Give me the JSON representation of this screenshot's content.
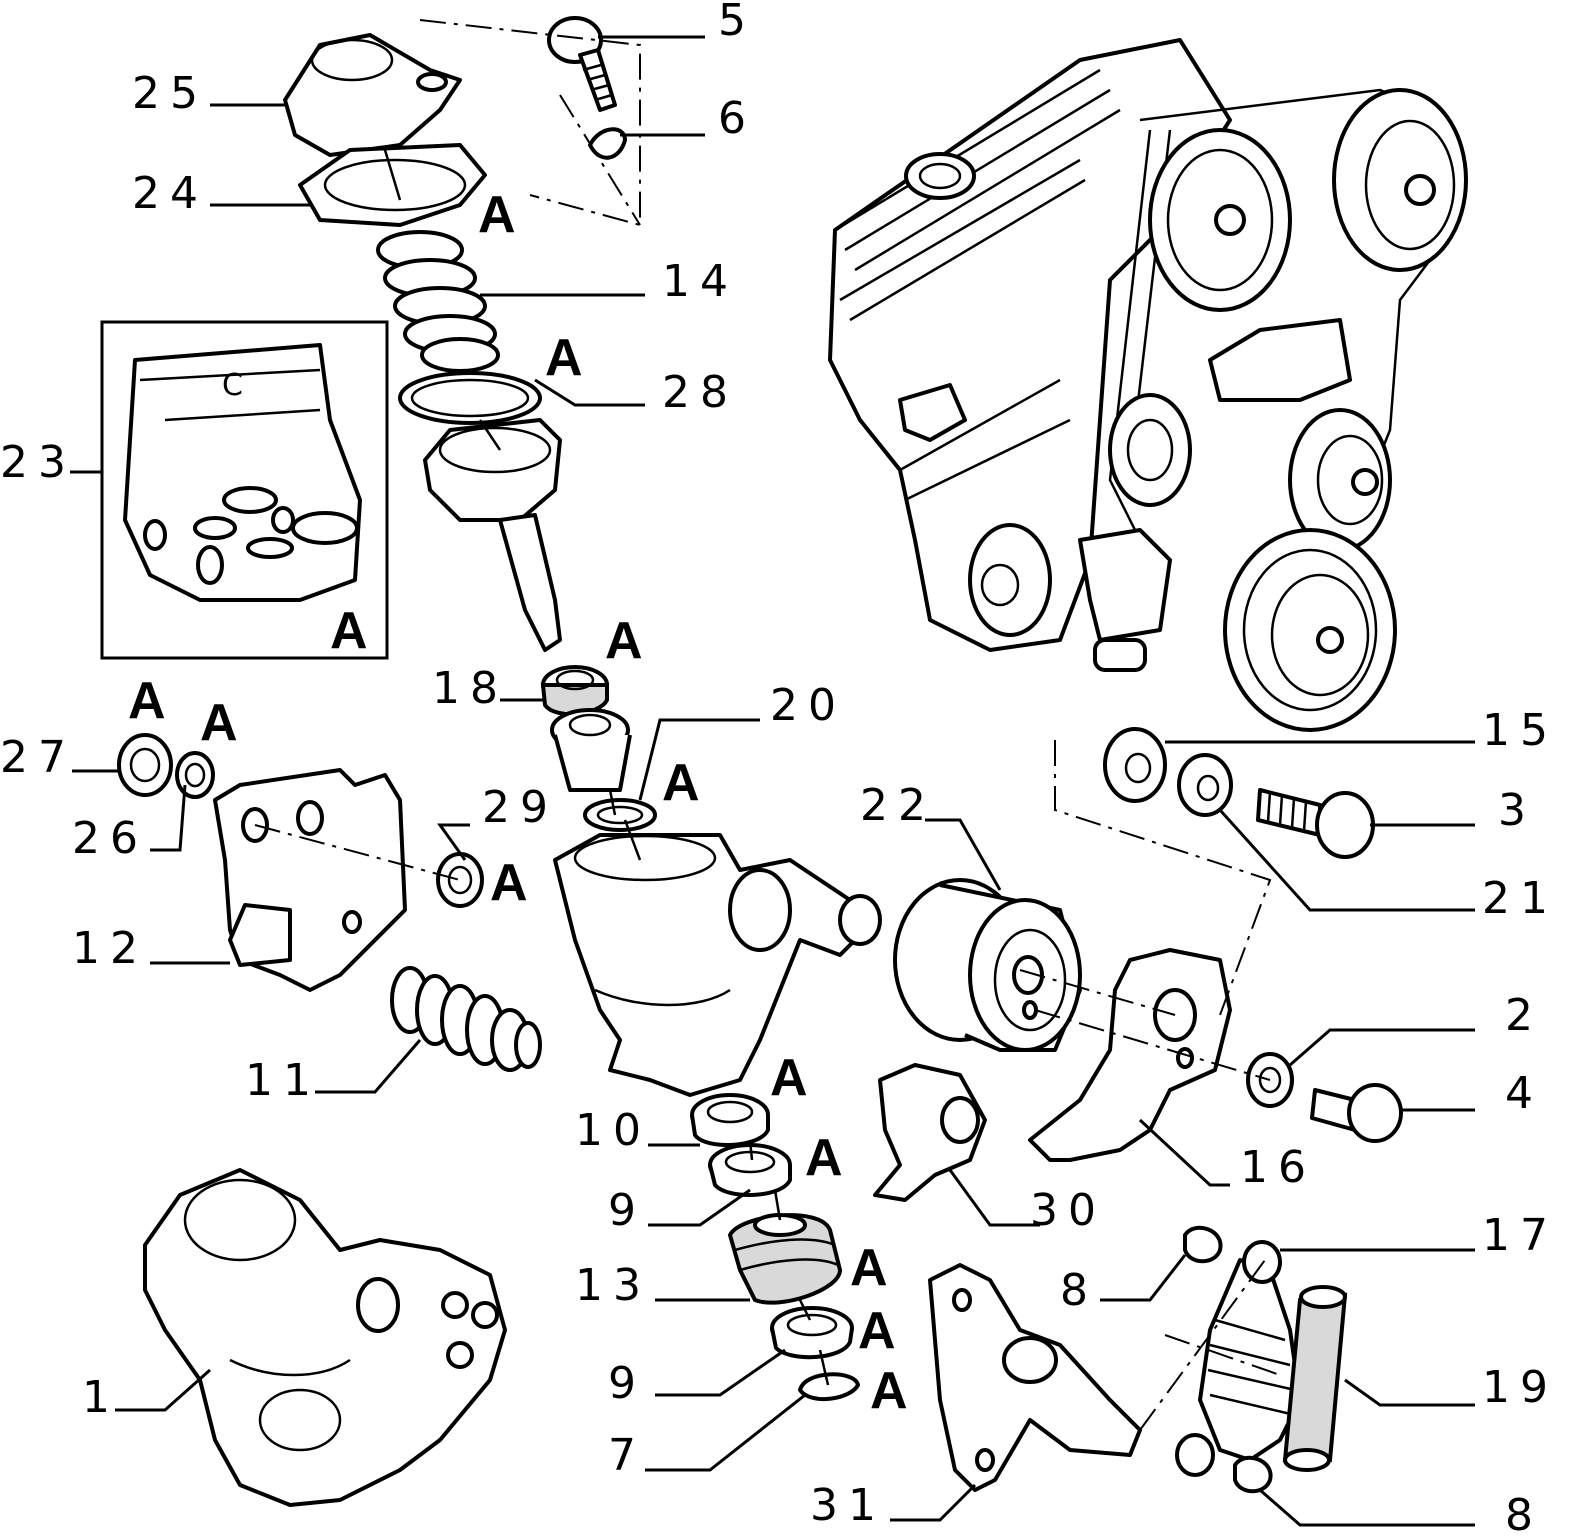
{
  "callouts": [
    {
      "id": "25",
      "label": "25"
    },
    {
      "id": "24",
      "label": "24"
    },
    {
      "id": "5",
      "label": "5"
    },
    {
      "id": "6",
      "label": "6"
    },
    {
      "id": "14",
      "label": "14"
    },
    {
      "id": "28",
      "label": "28"
    },
    {
      "id": "23",
      "label": "23"
    },
    {
      "id": "18",
      "label": "18"
    },
    {
      "id": "27",
      "label": "27"
    },
    {
      "id": "26",
      "label": "26"
    },
    {
      "id": "20",
      "label": "20"
    },
    {
      "id": "29",
      "label": "29"
    },
    {
      "id": "12",
      "label": "12"
    },
    {
      "id": "11",
      "label": "11"
    },
    {
      "id": "22",
      "label": "22"
    },
    {
      "id": "15",
      "label": "15"
    },
    {
      "id": "3",
      "label": "3"
    },
    {
      "id": "21",
      "label": "21"
    },
    {
      "id": "2",
      "label": "2"
    },
    {
      "id": "4",
      "label": "4"
    },
    {
      "id": "16",
      "label": "16"
    },
    {
      "id": "10",
      "label": "10"
    },
    {
      "id": "9a",
      "label": "9"
    },
    {
      "id": "30",
      "label": "30"
    },
    {
      "id": "13",
      "label": "13"
    },
    {
      "id": "9b",
      "label": "9"
    },
    {
      "id": "7",
      "label": "7"
    },
    {
      "id": "17",
      "label": "17"
    },
    {
      "id": "8a",
      "label": "8"
    },
    {
      "id": "19",
      "label": "19"
    },
    {
      "id": "1",
      "label": "1"
    },
    {
      "id": "31",
      "label": "31"
    },
    {
      "id": "8b",
      "label": "8"
    }
  ],
  "kit_marker": "A",
  "kit_box_letter": "C"
}
